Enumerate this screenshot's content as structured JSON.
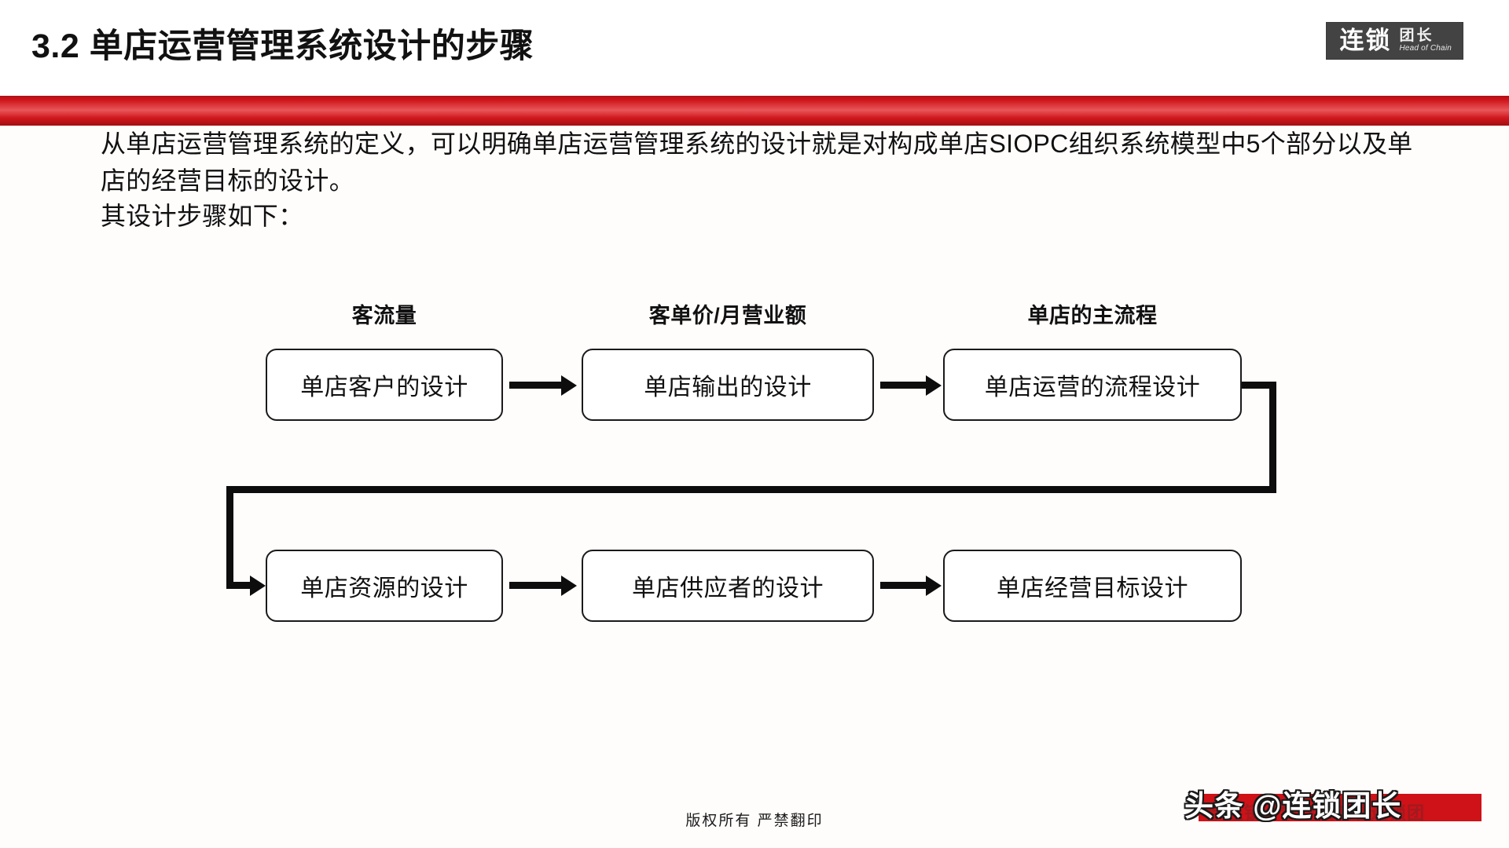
{
  "header": {
    "title": "3.2 单店运营管理系统设计的步骤",
    "logo": {
      "main": "连锁",
      "sub": "团长",
      "english": "Head of Chain"
    }
  },
  "accent_colors": {
    "divider_red": "#cf1419",
    "logo_gray": "#434343",
    "watermark_red": "#cf1118",
    "node_border": "#1a1a1a",
    "text": "#111111"
  },
  "body": {
    "paragraph_1": "从单店运营管理系统的定义，可以明确单店运营管理系统的设计就是对构成单店SIOPC组织系统模型中5个部分以及单店的经营目标的设计。",
    "paragraph_2": "其设计步骤如下："
  },
  "diagram": {
    "column_headers": [
      {
        "label": "客流量"
      },
      {
        "label": "客单价/月营业额"
      },
      {
        "label": "单店的主流程"
      }
    ],
    "nodes": [
      {
        "id": "n1",
        "label": "单店客户的设计"
      },
      {
        "id": "n2",
        "label": "单店输出的设计"
      },
      {
        "id": "n3",
        "label": "单店运营的流程设计"
      },
      {
        "id": "n4",
        "label": "单店资源的设计"
      },
      {
        "id": "n5",
        "label": "单店供应者的设计"
      },
      {
        "id": "n6",
        "label": "单店经营目标设计"
      }
    ]
  },
  "footer": {
    "copyright": "版权所有  严禁翻印",
    "watermark_main": "头条 @连锁团长",
    "watermark_faint": "学连锁，学连锁就看连锁团"
  }
}
